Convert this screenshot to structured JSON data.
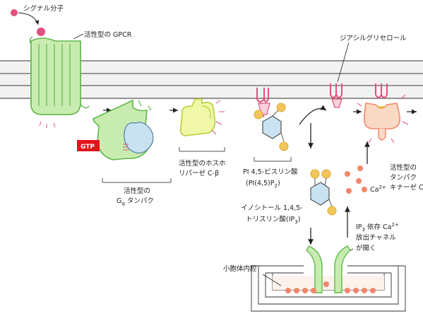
{
  "labels": {
    "signal_molecule": "シグナル分子",
    "active_gpcr": "活性型の GPCR",
    "diacylglycerol": "ジアシルグリセロール",
    "gtp": "GTP",
    "active_gq_line1": "活性型の",
    "active_gq_line2a": "G",
    "active_gq_sub": "q",
    "active_gq_line2b": " タンパク",
    "active_plc_line1": "活性型のホスホ",
    "active_plc_line2": "リパーゼ C-β",
    "pip2_line1": "PI 4,5-ビスリン酸",
    "pip2_line2a": "(PI(4,5)P",
    "pip2_sub": "2",
    "pip2_line2b": ")",
    "ip3_line1": "イノシトール 1,4,5-",
    "ip3_line2a": "トリスリン酸(IP",
    "ip3_sub": "3",
    "ip3_line2b": ")",
    "ca2": "Ca",
    "ca2_sup": "2+",
    "pkc_line1": "活性型の",
    "pkc_line2": "タンパク",
    "pkc_line3": "キナーゼ C",
    "ip3r_line1a": "IP",
    "ip3r_sub": "3",
    "ip3r_line1b": " 依存 Ca",
    "ip3r_sup": "2+",
    "ip3r_line2": "放出チャネル",
    "ip3r_line3": "が開く",
    "er_lumen": "小胞体内腔"
  },
  "colors": {
    "green_fill": "#c8ecb0",
    "green_stroke": "#5fb84a",
    "yellow_fill": "#f0f7a8",
    "yellow_stroke": "#b9cd3a",
    "pink": "#e0507a",
    "blue_fill": "#c8e2f2",
    "gtp_red": "#e0151b",
    "ca_orange": "#f1866a",
    "membrane": "#777777"
  }
}
